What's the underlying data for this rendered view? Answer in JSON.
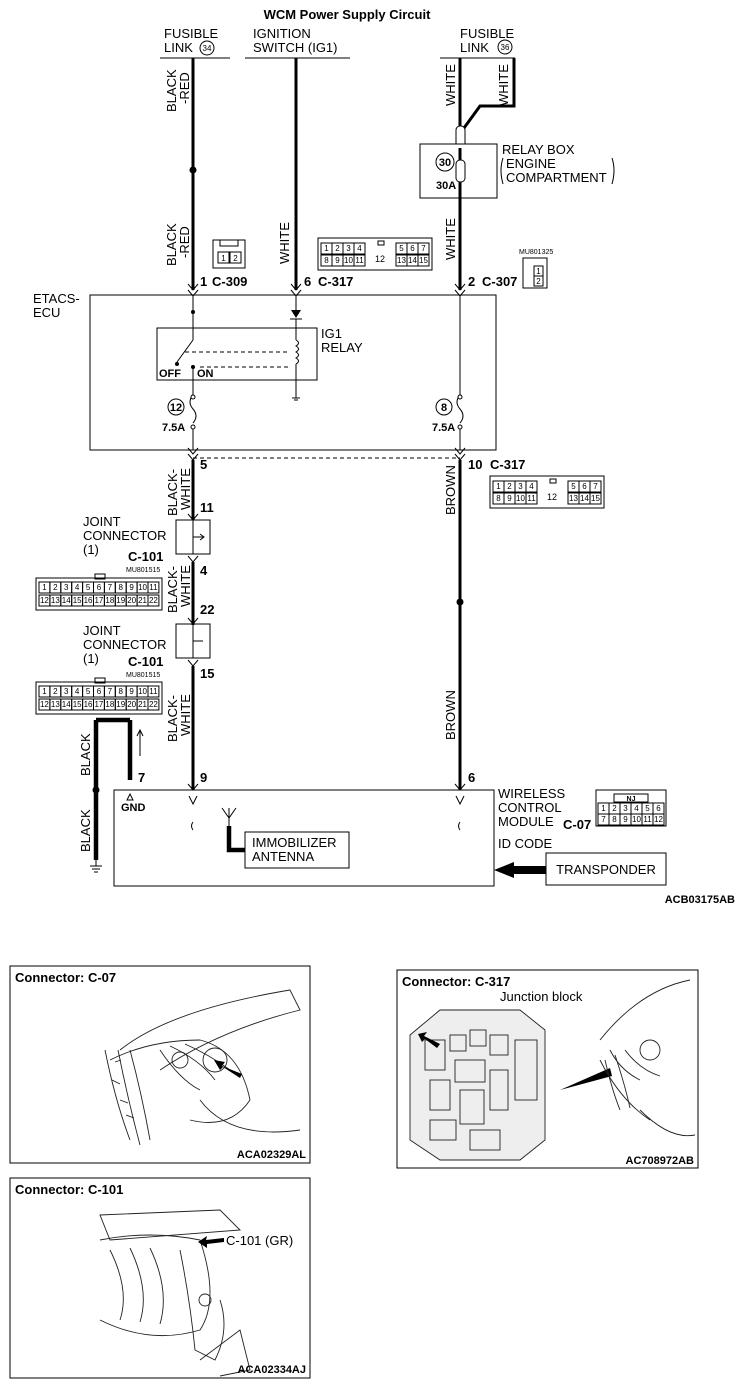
{
  "title": "WCM Power Supply Circuit",
  "figure_code": "ACB03175AB",
  "sources": {
    "fusible_link_34": {
      "line1": "FUSIBLE",
      "line2": "LINK",
      "num": "34"
    },
    "ignition_switch": {
      "line1": "IGNITION",
      "line2": "SWITCH (IG1)"
    },
    "fusible_link_36": {
      "line1": "FUSIBLE",
      "line2": "LINK",
      "num": "36"
    }
  },
  "relay_box": {
    "line1": "RELAY BOX",
    "line2": "ENGINE",
    "line3": "COMPARTMENT",
    "fuse_num": "30",
    "fuse_rating": "30A"
  },
  "wires": {
    "black_red_a": "BLACK",
    "black_red_b": "-RED",
    "white": "WHITE",
    "black_white_a": "BLACK-",
    "black_white_b": "WHITE",
    "brown": "BROWN",
    "black": "BLACK"
  },
  "pins": {
    "p1": "1",
    "c309": "C-309",
    "p6": "6",
    "c317a": "C-317",
    "p2": "2",
    "c307": "C-307",
    "p5": "5",
    "p10": "10",
    "c317b": "C-317",
    "p11": "11",
    "p4": "4",
    "p22": "22",
    "p15": "15",
    "p7": "7",
    "p9": "9",
    "p6b": "6"
  },
  "mu_codes": {
    "mu801325": "MU801325",
    "mu801515a": "MU801515",
    "mu801515b": "MU801515"
  },
  "etacs": {
    "line1": "ETACS-",
    "line2": "ECU",
    "relay_l1": "IG1",
    "relay_l2": "RELAY",
    "off": "OFF",
    "on": "ON",
    "fuse12": "12",
    "fuse12_rating": "7.5A",
    "fuse8": "8",
    "fuse8_rating": "7.5A"
  },
  "joint1": {
    "line1": "JOINT",
    "line2": "CONNECTOR",
    "line3": "(1)",
    "conn": "C-101"
  },
  "joint2": {
    "line1": "JOINT",
    "line2": "CONNECTOR",
    "line3": "(1)",
    "conn": "C-101"
  },
  "wcm": {
    "line1": "WIRELESS",
    "line2": "CONTROL",
    "line3": "MODULE",
    "conn": "C-07",
    "gnd": "GND",
    "antenna_l1": "IMMOBILIZER",
    "antenna_l2": "ANTENNA",
    "id_code": "ID CODE",
    "transponder": "TRANSPONDER",
    "nj": "NJ"
  },
  "conn_c317_pins_top": [
    "1",
    "2",
    "3",
    "4",
    "5",
    "6",
    "7"
  ],
  "conn_c317_pins_bottom": [
    "8",
    "9",
    "10",
    "11",
    "13",
    "14",
    "15"
  ],
  "conn_c317_mid": "12",
  "conn_c101_top": [
    "1",
    "2",
    "3",
    "4",
    "5",
    "6",
    "7",
    "8",
    "9",
    "10",
    "11"
  ],
  "conn_c101_bottom": [
    "12",
    "13",
    "14",
    "15",
    "16",
    "17",
    "18",
    "19",
    "20",
    "21",
    "22"
  ],
  "conn_c07_top": [
    "1",
    "2",
    "3",
    "4",
    "5",
    "6"
  ],
  "conn_c07_bottom": [
    "7",
    "8",
    "9",
    "10",
    "11",
    "12"
  ],
  "conn_c309": [
    "1",
    "2"
  ],
  "conn_c307": [
    "1",
    "2"
  ],
  "panels": {
    "c07": {
      "title": "Connector: C-07",
      "code": "ACA02329AL"
    },
    "c317": {
      "title": "Connector: C-317",
      "subtitle": "Junction block",
      "code": "AC708972AB"
    },
    "c101": {
      "title": "Connector: C-101",
      "callout": "C-101 (GR)",
      "code": "ACA02334AJ"
    }
  }
}
